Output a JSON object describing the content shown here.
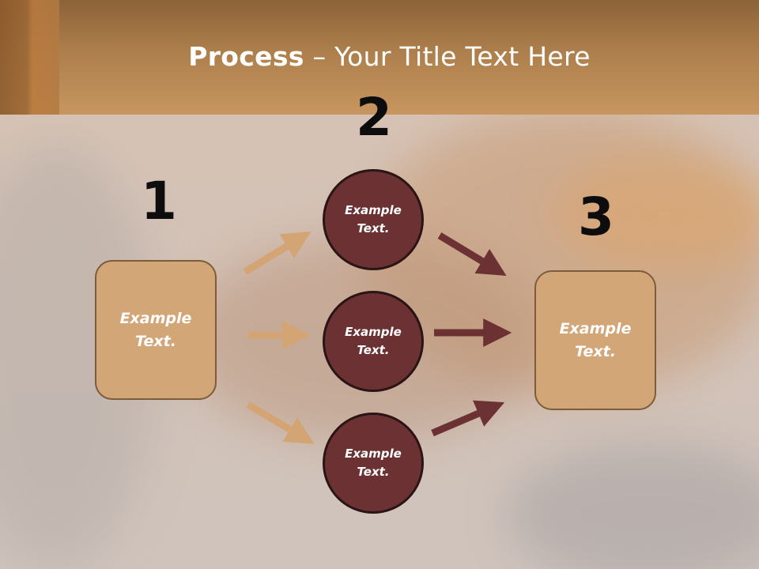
{
  "slide": {
    "title_bold": "Process",
    "title_rest": " – Your Title Text Here",
    "step_numbers": [
      "1",
      "2",
      "3"
    ],
    "left_box_text": "Example Text.",
    "right_box_text": "Example Text.",
    "circles": [
      {
        "text": "Example Text."
      },
      {
        "text": "Example Text."
      },
      {
        "text": "Example Text."
      }
    ]
  },
  "colors": {
    "header": "#c79660",
    "box_fill": "#d2a677",
    "circle_fill": "#6b3133",
    "arrow_light": "#d4a574",
    "arrow_dark": "#6b3133"
  }
}
